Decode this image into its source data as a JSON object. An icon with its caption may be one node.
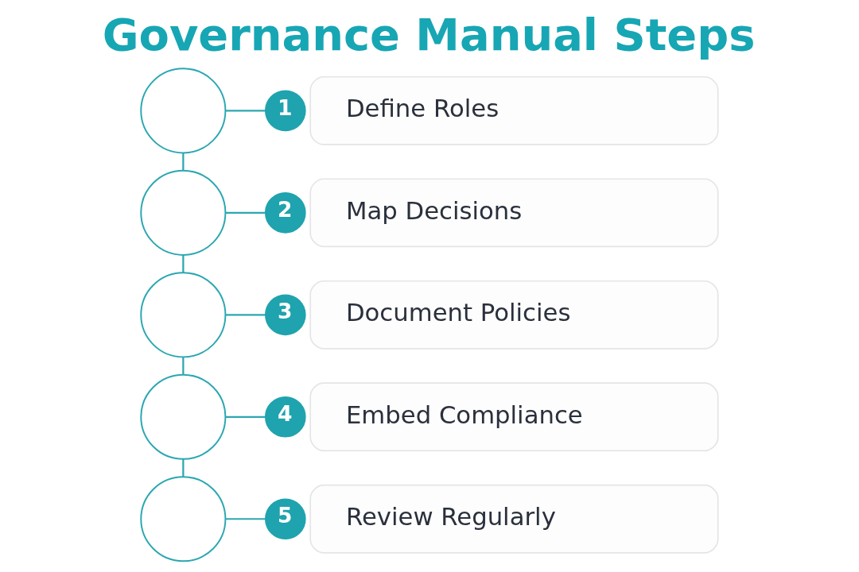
{
  "diagram": {
    "title": "Governance Manual Steps",
    "nodes": [
      {
        "text": [],
        "shape": "circle"
      },
      {
        "text": [
          "1"
        ]
      },
      {
        "text": [
          "Define Roles"
        ]
      },
      {
        "text": [],
        "shape": "circle"
      },
      {
        "text": [
          "2"
        ]
      },
      {
        "text": [
          "Map Decisions"
        ]
      },
      {
        "text": [],
        "shape": "circle"
      },
      {
        "text": [
          "3"
        ]
      },
      {
        "text": [
          "Document Policies"
        ]
      },
      {
        "text": [],
        "shape": "circle"
      },
      {
        "text": [
          "4"
        ]
      },
      {
        "text": [
          "Embed Compliance"
        ]
      },
      {
        "text": [],
        "shape": "circle"
      },
      {
        "text": [
          "5"
        ]
      },
      {
        "text": [
          "Review Regularly"
        ]
      }
    ],
    "edges": [
      {
        "from": 0,
        "to": 1,
        "arrow": "none"
      },
      {
        "from": 0,
        "to": 3,
        "arrow": "none"
      },
      {
        "from": 3,
        "to": 4,
        "arrow": "none"
      },
      {
        "from": 3,
        "to": 6,
        "arrow": "none"
      },
      {
        "from": 6,
        "to": 7,
        "arrow": "none"
      },
      {
        "from": 6,
        "to": 9,
        "arrow": "none"
      },
      {
        "from": 9,
        "to": 10,
        "arrow": "none"
      },
      {
        "from": 9,
        "to": 12,
        "arrow": "none"
      },
      {
        "from": 12,
        "to": 13,
        "arrow": "none"
      }
    ]
  }
}
